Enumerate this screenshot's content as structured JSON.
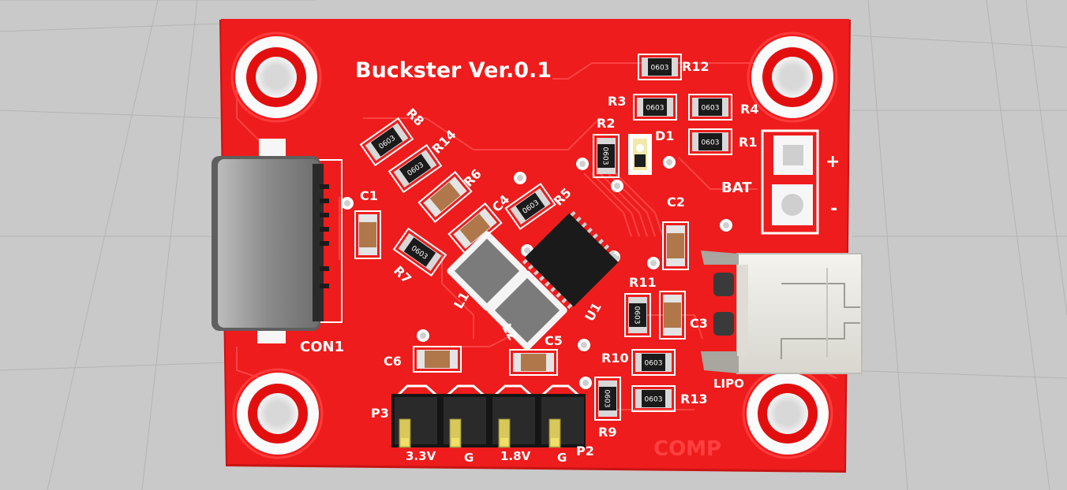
{
  "board": {
    "title": "Buckster Ver.0.1",
    "colors": {
      "pcb": "#ee1c1c",
      "pcb_edge": "#c81414",
      "trace": "#ff3a3a",
      "silk": "#ffffff",
      "background": "#c9c9c9",
      "grid": "#b4b4b4",
      "pad_gold": "#d8c85a",
      "ic": "#1a1a1a",
      "connector_white": "#ecebe6",
      "usb_metal": "#8e8e8e"
    },
    "refs": {
      "con1": "CON1",
      "c1": "C1",
      "c2": "C2",
      "c3": "C3",
      "c4": "C4",
      "c5": "C5",
      "c6": "C6",
      "r1": "R1",
      "r2": "R2",
      "r3": "R3",
      "r4": "R4",
      "r5": "R5",
      "r6": "R6",
      "r7": "R7",
      "r8": "R8",
      "r9": "R9",
      "r10": "R10",
      "r11": "R11",
      "r12": "R12",
      "r13": "R13",
      "r14": "R14",
      "d1": "D1",
      "l1": "L1",
      "l2": "L2",
      "u1": "U1",
      "p2": "P2",
      "p3": "P3",
      "bat": "BAT",
      "lipo": "LIPO",
      "comp": "COMP"
    },
    "bat_polarity": {
      "plus": "+",
      "minus": "-"
    },
    "pin_labels": [
      "3.3V",
      "G",
      "1.8V",
      "G"
    ],
    "package_code": "0603"
  }
}
